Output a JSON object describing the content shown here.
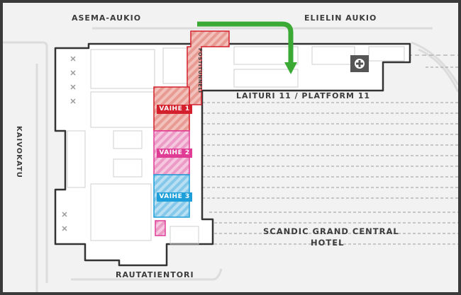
{
  "streets": {
    "asema_aukio": "ASEMA-AUKIO",
    "elielin_aukio": "ELIELIN AUKIO",
    "kaivokatu": "KAIVOKATU",
    "rautatientori": "RAUTATIENTORI"
  },
  "platform_label": "LAITURI 11 / PLATFORM 11",
  "tunnel_label": "POSTITUNNELI",
  "hotel": {
    "line1": "SCANDIC GRAND CENTRAL",
    "line2": "HOTEL"
  },
  "phases": [
    {
      "label": "VAIHE 1",
      "color": "#d4202c"
    },
    {
      "label": "VAIHE 2",
      "color": "#e03c96"
    },
    {
      "label": "VAIHE 3",
      "color": "#1e9fd9"
    }
  ],
  "colors": {
    "route_arrow": "#3aaa35",
    "background": "#f2f2f2",
    "building": "#ffffff",
    "outline": "#333333"
  },
  "icons": [
    "first-aid-icon"
  ]
}
